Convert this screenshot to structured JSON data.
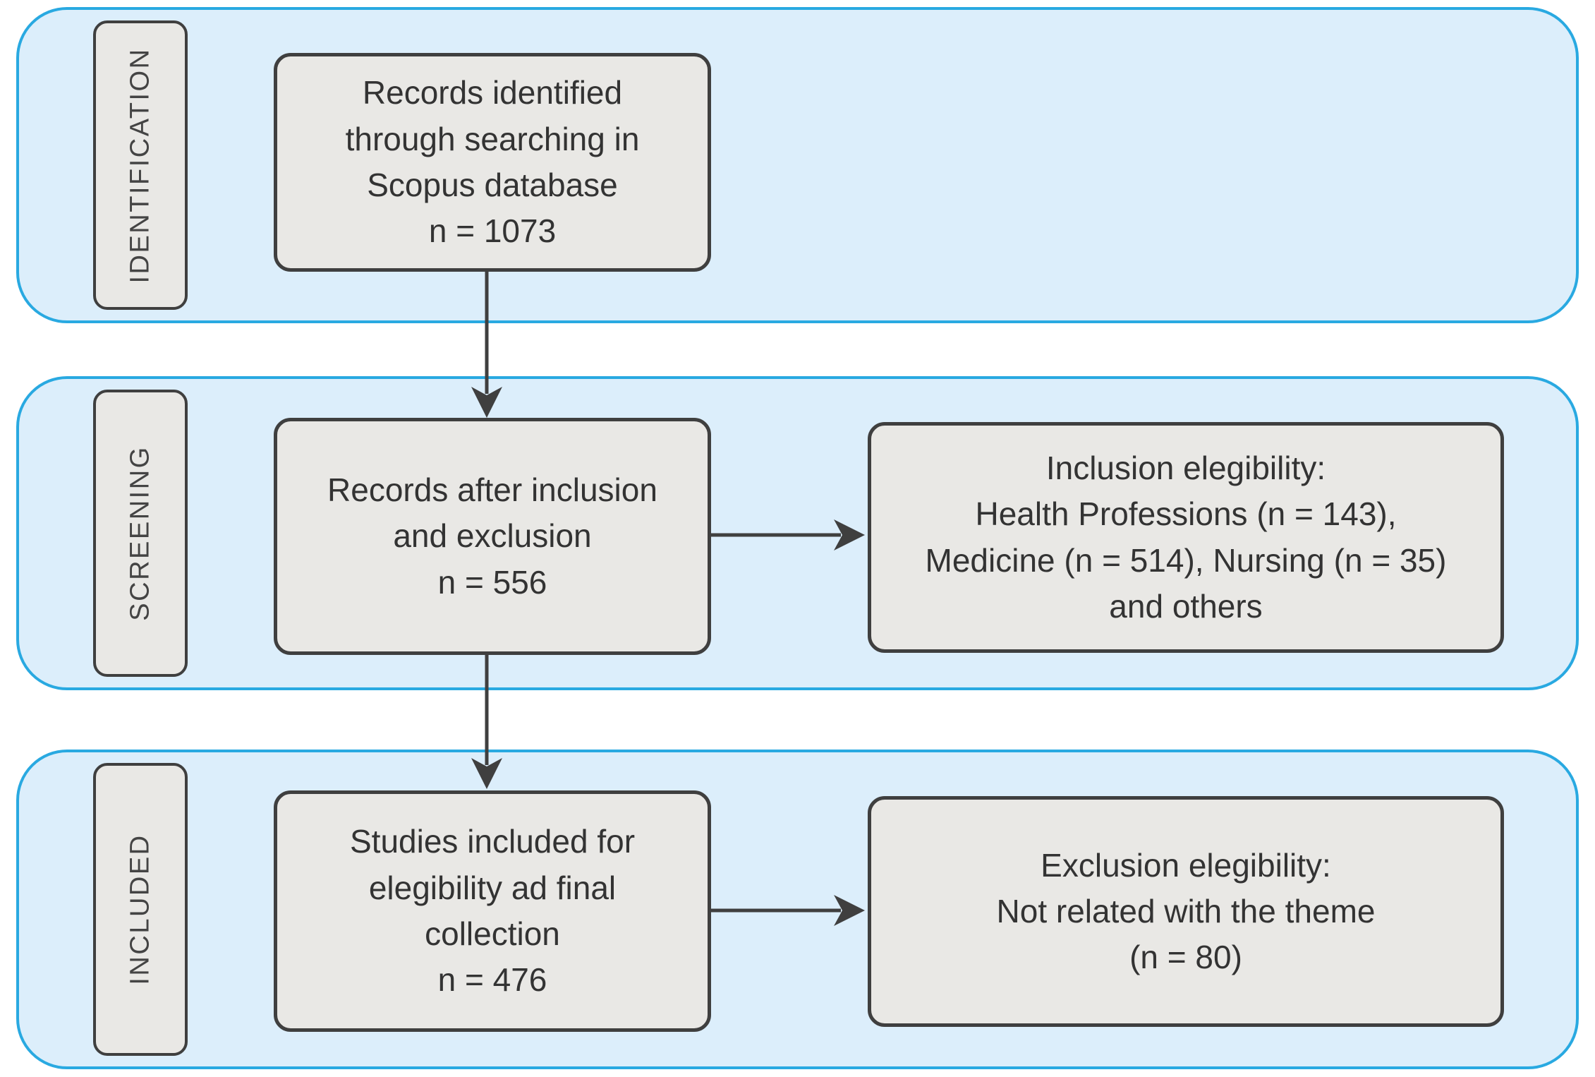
{
  "colors": {
    "page_bg": "#ffffff",
    "band_fill": "#dceefb",
    "band_border": "#29a9e1",
    "box_fill": "#e9e8e5",
    "box_border": "#3f3f3f",
    "text": "#333333",
    "label_text": "#444444",
    "arrow": "#3f3f3f"
  },
  "stages": [
    {
      "label": "IDENTIFICATION",
      "main_box": {
        "lines": [
          "Records identified",
          "through searching in",
          "Scopus database",
          "n = 1073"
        ]
      }
    },
    {
      "label": "SCREENING",
      "main_box": {
        "lines": [
          "Records after inclusion",
          "and exclusion",
          "n = 556"
        ]
      },
      "side_box": {
        "lines": [
          "Inclusion elegibility:",
          "Health Professions (n = 143),",
          "Medicine (n = 514), Nursing (n = 35)",
          "and others"
        ]
      }
    },
    {
      "label": "INCLUDED",
      "main_box": {
        "lines": [
          "Studies included for",
          "elegibility ad final",
          "collection",
          "n = 476"
        ]
      },
      "side_box": {
        "lines": [
          "Exclusion elegibility:",
          "Not related with the theme",
          "(n = 80)"
        ]
      }
    }
  ]
}
